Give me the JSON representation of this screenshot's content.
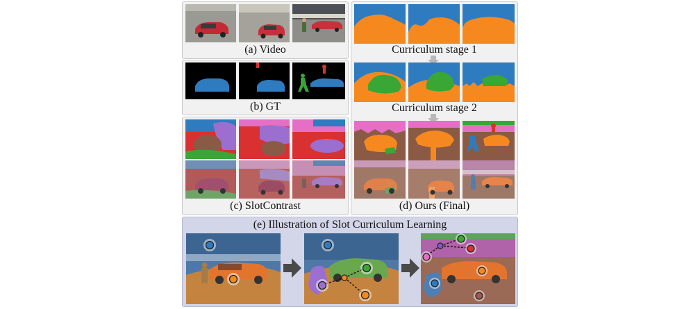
{
  "panels": {
    "video": {
      "caption": "(a) Video"
    },
    "gt": {
      "caption": "(b) GT"
    },
    "slotcontrast": {
      "caption": "(c) SlotContrast"
    },
    "ours": {
      "caption": "(d) Ours (Final)"
    },
    "stage1": {
      "caption": "Curriculum stage 1"
    },
    "stage2": {
      "caption": "Curriculum stage 2"
    },
    "illustration": {
      "caption": "(e) Illustration of Slot Curriculum Learning"
    }
  },
  "colors": {
    "blue": "#2e7bbf",
    "orange": "#f5891f",
    "green": "#3aa636",
    "red": "#d93131",
    "purple": "#9b6fcf",
    "brown": "#8b5a44",
    "pink": "#e46fc4",
    "panel_bg": "#f1f1f1",
    "illustration_bg": "#d3d6e8"
  }
}
